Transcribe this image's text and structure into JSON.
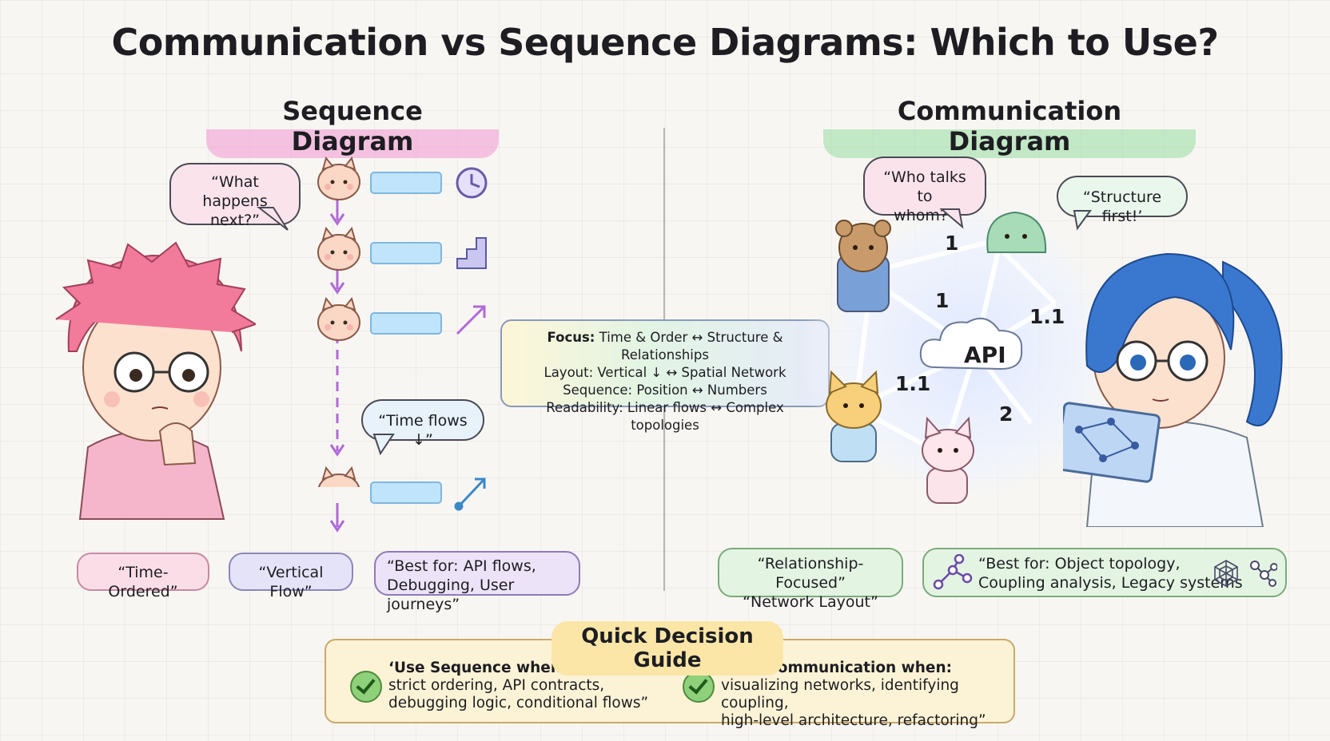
{
  "title": "Communication vs Sequence Diagrams: Which to Use?",
  "sequence": {
    "heading": "Sequence Diagram",
    "bubble_next": "“What happens next?”",
    "bubble_time": "“Time flows ↓”",
    "tags": {
      "time_ordered": "“Time-Ordered”",
      "vertical_flow": "“Vertical Flow”",
      "best_for_line1": "“Best for: API flows,",
      "best_for_line2": "Debugging, User journeys”"
    }
  },
  "communication": {
    "heading": "Communication Diagram",
    "bubble_who_line1": "“Who talks to",
    "bubble_who_line2": "whom?”",
    "bubble_structure": "“Structure first!’",
    "hub_label": "API",
    "link_labels": [
      "1",
      "1",
      "1.1",
      "1.1",
      "2"
    ],
    "tags": {
      "relationship_line1": "“Relationship-Focused”",
      "relationship_line2": "“Network Layout”",
      "best_for_line1": "“Best for: Object topology,",
      "best_for_line2": "Coupling analysis, Legacy systems"
    }
  },
  "comparison": {
    "focus_label": "Focus:",
    "focus_value": "Time & Order ↔ Structure & Relationships",
    "layout_label": "Layout:",
    "layout_value": "Vertical ↓ ↔ Spatial Network",
    "sequence_label": "Sequence:",
    "sequence_value": "Position ↔ Numbers",
    "readability_label": "Readability:",
    "readability_value": "Linear flows ↔ Complex topologies"
  },
  "guide": {
    "title": "Quick Decision Guide",
    "left_lead": "‘Use Sequence when:",
    "left_line1": "strict ordering, API contracts,",
    "left_line2": "debugging logic, conditional flows”",
    "right_lead": "“Use Communication when:",
    "right_line1": "visualizing networks, identifying coupling,",
    "right_line2": "high-level architecture, refactoring”"
  },
  "colors": {
    "seq_accent": "#b06ad8",
    "pink": "#fbdde8",
    "green": "#e3f4e2",
    "guide": "#fcf3d6"
  }
}
